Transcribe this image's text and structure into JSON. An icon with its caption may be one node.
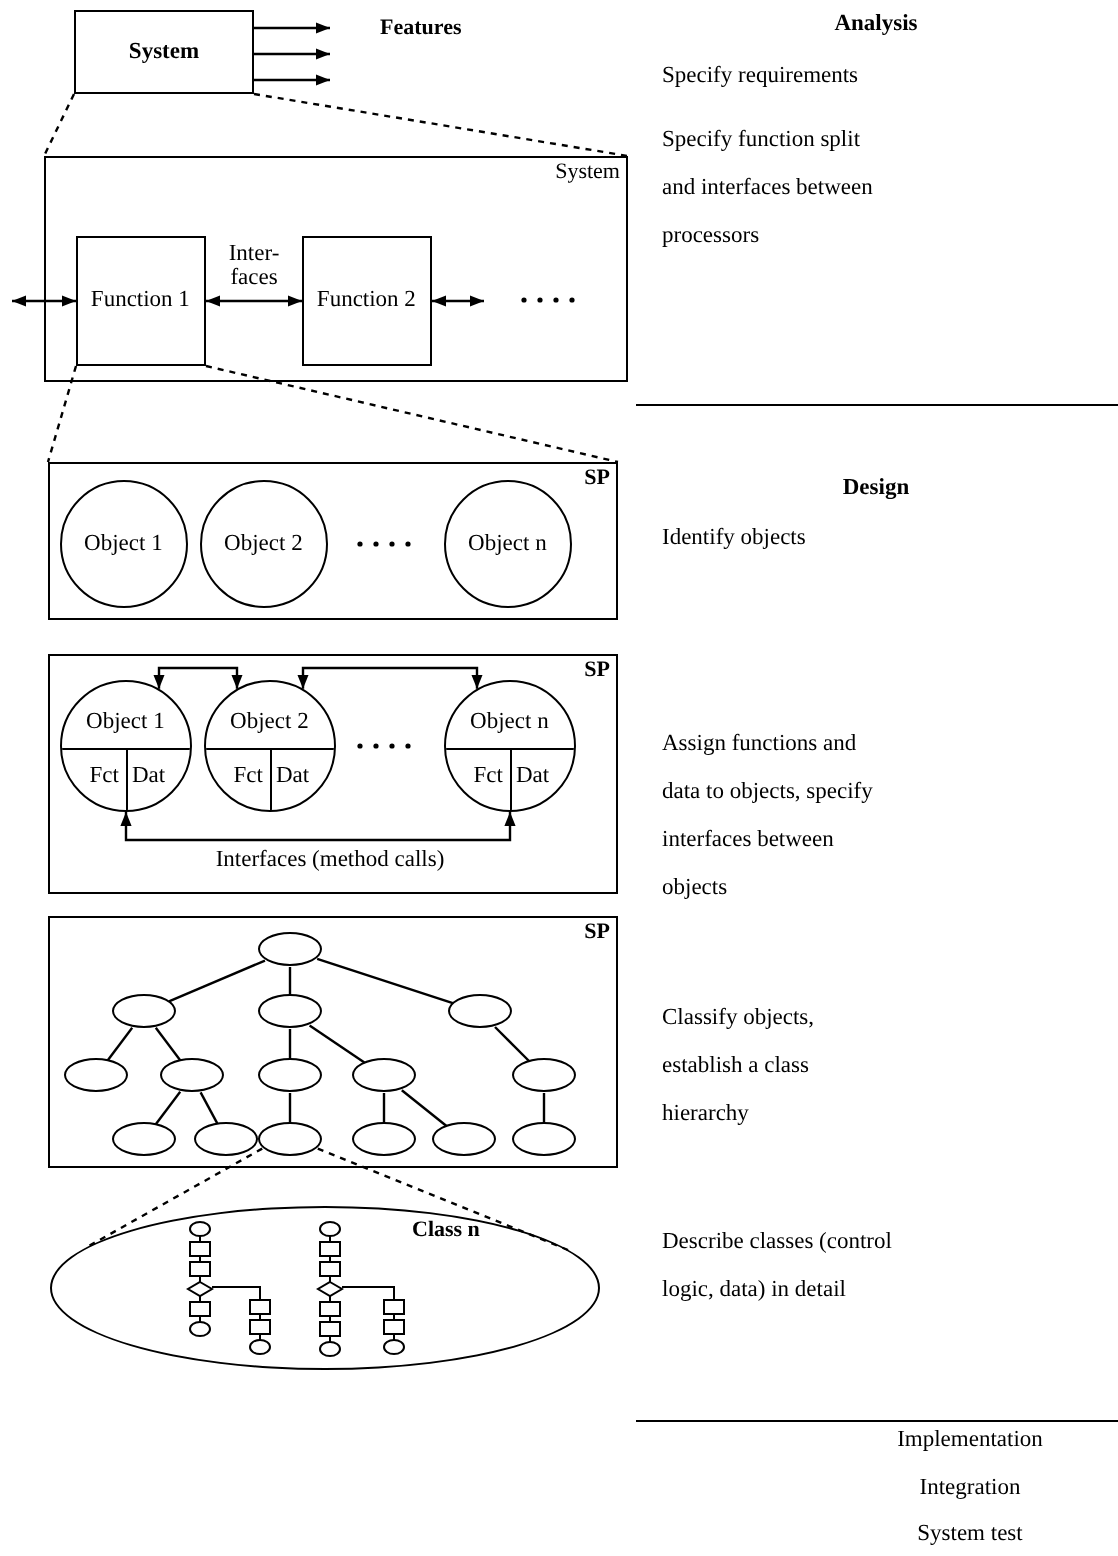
{
  "diagram": {
    "nodes": [
      {
        "text": [
          "System"
        ]
      },
      {
        "text": [
          "System"
        ]
      },
      {
        "text": [
          "Function 1"
        ],
        "in": 1
      },
      {
        "text": [
          "Function 2"
        ],
        "in": 1
      },
      {
        "text": [
          "SP"
        ]
      },
      {
        "text": [
          "Object 1"
        ],
        "in": 4
      },
      {
        "text": [
          "Object 2"
        ],
        "in": 4
      },
      {
        "text": [
          "Object n"
        ],
        "in": 4
      },
      {
        "text": [
          "SP"
        ]
      },
      {
        "text": [
          "Object 1",
          "Fct",
          "Dat"
        ],
        "in": 8
      },
      {
        "text": [
          "Object 2",
          "Fct",
          "Dat"
        ],
        "in": 8
      },
      {
        "text": [
          "Object n",
          "Fct",
          "Dat"
        ],
        "in": 8
      },
      {
        "text": [
          "SP"
        ]
      },
      {
        "text": [],
        "shape": "ellipse",
        "in": 12
      },
      {
        "text": [],
        "shape": "ellipse",
        "in": 12
      },
      {
        "text": [],
        "shape": "ellipse",
        "in": 12
      },
      {
        "text": [],
        "shape": "ellipse",
        "in": 12
      },
      {
        "text": [],
        "shape": "ellipse",
        "in": 12
      },
      {
        "text": [],
        "shape": "ellipse",
        "in": 12
      },
      {
        "text": [],
        "shape": "ellipse",
        "in": 12
      },
      {
        "text": [],
        "shape": "ellipse",
        "in": 12
      },
      {
        "text": [],
        "shape": "ellipse",
        "in": 12
      },
      {
        "text": [],
        "shape": "ellipse",
        "in": 12
      },
      {
        "text": [],
        "shape": "ellipse",
        "in": 12
      },
      {
        "text": [],
        "shape": "ellipse",
        "in": 12
      },
      {
        "text": [],
        "shape": "ellipse",
        "in": 12
      },
      {
        "text": [],
        "shape": "ellipse",
        "in": 12
      },
      {
        "text": [],
        "shape": "ellipse",
        "in": 12
      },
      {
        "text": [
          "Class n"
        ]
      }
    ],
    "edges": [
      {
        "from": 0,
        "to": null,
        "arrow": "to"
      },
      {
        "from": 0,
        "to": null,
        "arrow": "to"
      },
      {
        "from": 0,
        "to": null,
        "arrow": "to"
      },
      {
        "from": 0,
        "to": 1,
        "arrow": "none",
        "style": "dashed"
      },
      {
        "from": 0,
        "to": 1,
        "arrow": "none",
        "style": "dashed"
      },
      {
        "from": null,
        "to": 2,
        "arrow": "both"
      },
      {
        "from": 2,
        "to": 3,
        "arrow": "both",
        "label": "Inter- faces"
      },
      {
        "from": 3,
        "to": null,
        "arrow": "both"
      },
      {
        "from": 2,
        "to": 4,
        "arrow": "none",
        "style": "dashed"
      },
      {
        "from": 2,
        "to": 4,
        "arrow": "none",
        "style": "dashed"
      },
      {
        "from": 9,
        "to": 10,
        "arrow": "both"
      },
      {
        "from": 10,
        "to": 11,
        "arrow": "both"
      },
      {
        "from": 9,
        "to": 11,
        "arrow": "both",
        "label": "Interfaces (method calls)"
      },
      {
        "from": 13,
        "to": 14,
        "arrow": "none"
      },
      {
        "from": 13,
        "to": 15,
        "arrow": "none"
      },
      {
        "from": 13,
        "to": 16,
        "arrow": "none"
      },
      {
        "from": 14,
        "to": 17,
        "arrow": "none"
      },
      {
        "from": 14,
        "to": 18,
        "arrow": "none"
      },
      {
        "from": 15,
        "to": 19,
        "arrow": "none"
      },
      {
        "from": 15,
        "to": 20,
        "arrow": "none"
      },
      {
        "from": 16,
        "to": 21,
        "arrow": "none"
      },
      {
        "from": 18,
        "to": 22,
        "arrow": "none"
      },
      {
        "from": 18,
        "to": 23,
        "arrow": "none"
      },
      {
        "from": 19,
        "to": 24,
        "arrow": "none"
      },
      {
        "from": 20,
        "to": 25,
        "arrow": "none"
      },
      {
        "from": 20,
        "to": 26,
        "arrow": "none"
      },
      {
        "from": 21,
        "to": 27,
        "arrow": "none"
      },
      {
        "from": 24,
        "to": 28,
        "arrow": "none",
        "style": "dashed"
      },
      {
        "from": 24,
        "to": 28,
        "arrow": "none",
        "style": "dashed"
      }
    ],
    "labels": [
      "Features",
      "Analysis",
      "Specify requirements",
      "Specify function split and interfaces between processors",
      "Design",
      "Identify objects",
      "Assign functions and data to objects, specify interfaces between objects",
      "Classify objects, establish a class hierarchy",
      "Describe classes (control logic, data) in detail",
      "Implementation",
      "Integration",
      "System test"
    ]
  }
}
